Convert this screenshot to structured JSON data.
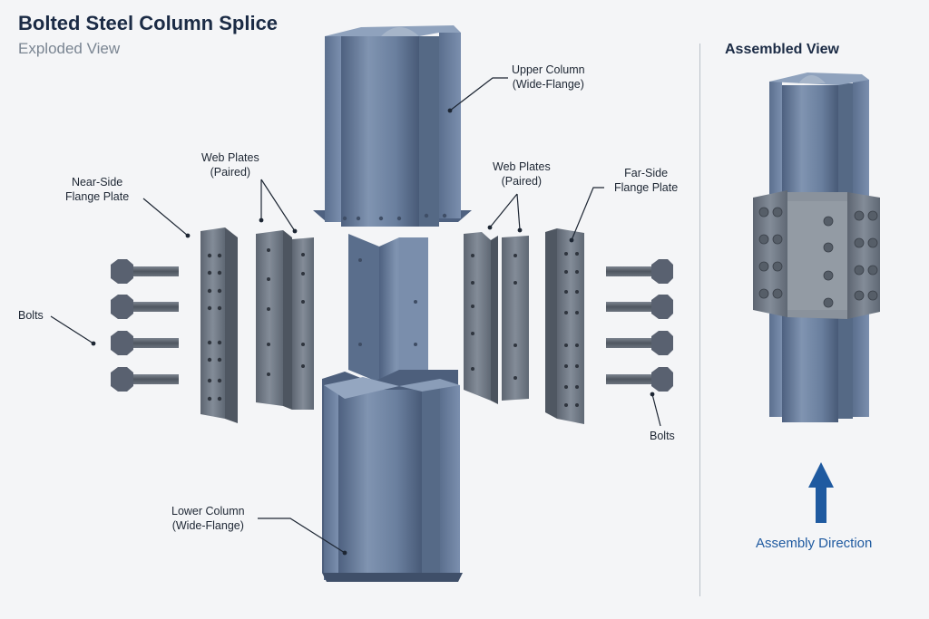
{
  "header": {
    "title": "Bolted Steel Column Splice",
    "subtitle": "Exploded View",
    "assembled_title": "Assembled View"
  },
  "labels": {
    "upper_column": [
      "Upper Column",
      "(Wide-Flange)"
    ],
    "lower_column": [
      "Lower Column",
      "(Wide-Flange)"
    ],
    "web_plates_left": [
      "Web Plates",
      "(Paired)"
    ],
    "web_plates_right": [
      "Web Plates",
      "(Paired)"
    ],
    "near_side_flange": [
      "Near-Side",
      "Flange Plate"
    ],
    "far_side_flange": [
      "Far-Side",
      "Flange Plate"
    ],
    "bolts_left": "Bolts",
    "bolts_right": "Bolts",
    "assembly_direction": "Assembly Direction"
  },
  "colors": {
    "steel": "#6f84a2",
    "steel_dark": "#4b5d78",
    "plate": "#717a86",
    "bolt": "#5d6570",
    "accent": "#1f5aa0",
    "text": "#1b2b45"
  }
}
